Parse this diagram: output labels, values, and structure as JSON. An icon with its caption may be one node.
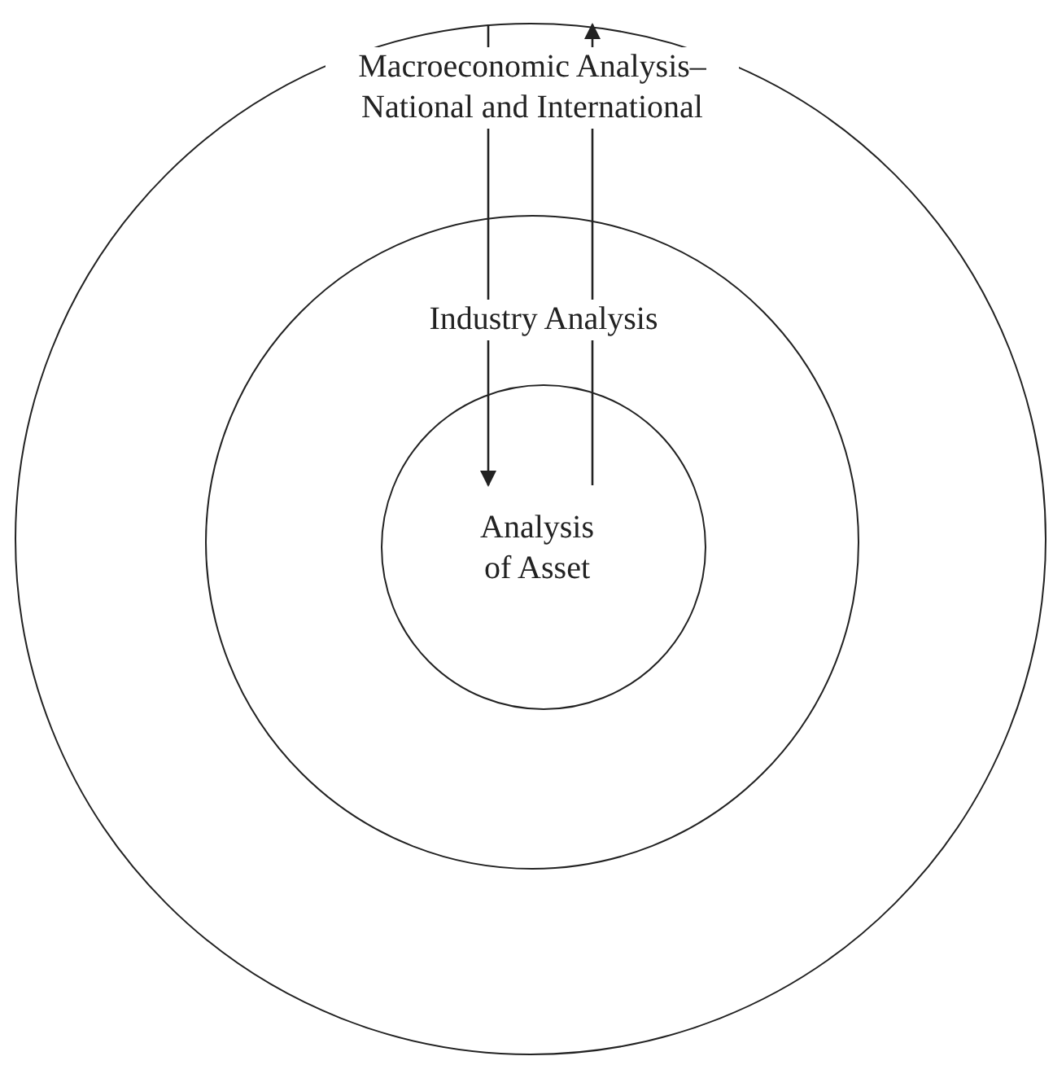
{
  "diagram": {
    "nodes": [
      {
        "text": [
          "Macroeconomic Analysis– National and International"
        ]
      },
      {
        "text": [
          "Industry Analysis"
        ],
        "in": 0
      },
      {
        "text": [
          "Analysis of Asset"
        ],
        "in": 1
      }
    ],
    "edges": [
      {
        "from": 0,
        "to": 2,
        "arrow": "to"
      },
      {
        "from": 2,
        "to": 0,
        "arrow": "to"
      }
    ]
  }
}
